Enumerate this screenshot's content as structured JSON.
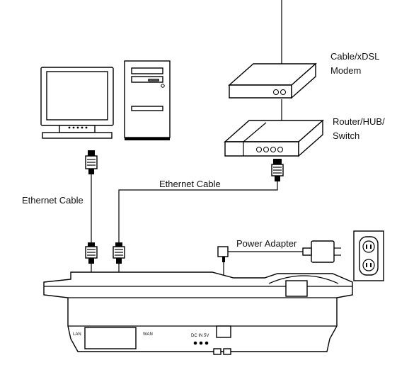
{
  "labels": {
    "modem_line1": "Cable/xDSL",
    "modem_line2": "Modem",
    "router_line1": "Router/HUB/",
    "router_line2": "Switch",
    "ethernet_cable_right": "Ethernet Cable",
    "ethernet_cable_left": "Ethernet Cable",
    "power_adapter": "Power Adapter",
    "port_lan": "LAN",
    "port_wan": "WAN",
    "port_dc": "DC IN 5V"
  },
  "icons": [
    "computer-monitor-icon",
    "pc-tower-icon",
    "modem-icon",
    "router-icon",
    "rj45-plug-icon",
    "power-adapter-icon",
    "wall-outlet-icon",
    "ip-phone-icon"
  ]
}
